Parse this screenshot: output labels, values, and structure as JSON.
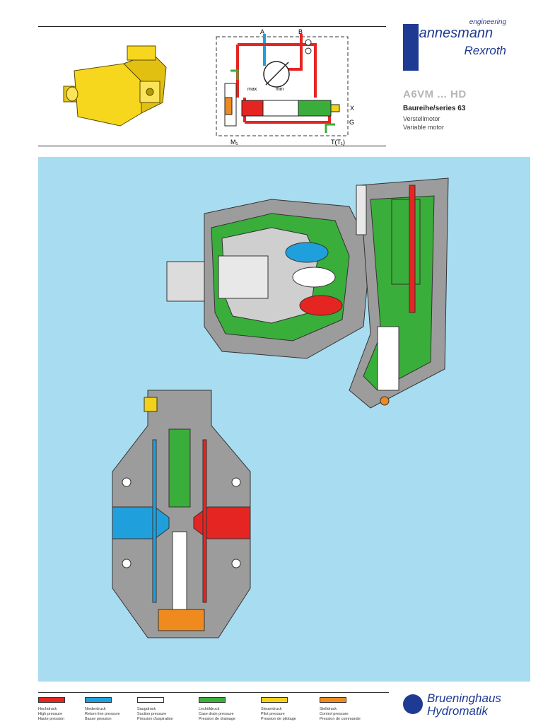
{
  "header": {
    "logo": {
      "engineering": "engineering",
      "brand": "mannesmann",
      "sub": "Rexroth"
    },
    "product": {
      "model": "A6VM ... HD",
      "series": "Baureihe/series 63",
      "desc_de": "Verstellmotor",
      "desc_en": "Variable motor"
    },
    "schematic_labels": {
      "port_a": "A",
      "port_b": "B",
      "max": "max",
      "min": "min",
      "port_x": "X",
      "port_g": "G",
      "port_m1": "M₁",
      "port_t": "T(T₁)"
    }
  },
  "legend": [
    {
      "color": "#e52521",
      "label_de": "Hochdruck",
      "label_en": "High pressure",
      "label_fr": "Haute pression"
    },
    {
      "color": "#1fa0dc",
      "label_de": "Niederdruck",
      "label_en": "Return line pressure",
      "label_fr": "Basse pression"
    },
    {
      "color": "#ffffff",
      "label_de": "Saugdruck",
      "label_en": "Suction pressure",
      "label_fr": "Pression d'aspiration"
    },
    {
      "color": "#3aae3a",
      "label_de": "Lecköldruck",
      "label_en": "Case drain pressure",
      "label_fr": "Pression de drainage"
    },
    {
      "color": "#f2d11a",
      "label_de": "Steuerdruck",
      "label_en": "Pilot pressure",
      "label_fr": "Pression de pilotage"
    },
    {
      "color": "#ef8a1f",
      "label_de": "Stelldruck",
      "label_en": "Control pressure",
      "label_fr": "Pression de commande"
    }
  ],
  "footer": {
    "brand_line1": "Brueninghaus",
    "brand_line2": "Hydromatik"
  },
  "colors": {
    "panel_bg": "#a8dcf1",
    "brand_blue": "#1f3a93",
    "housing_grey": "#9c9c9c"
  }
}
